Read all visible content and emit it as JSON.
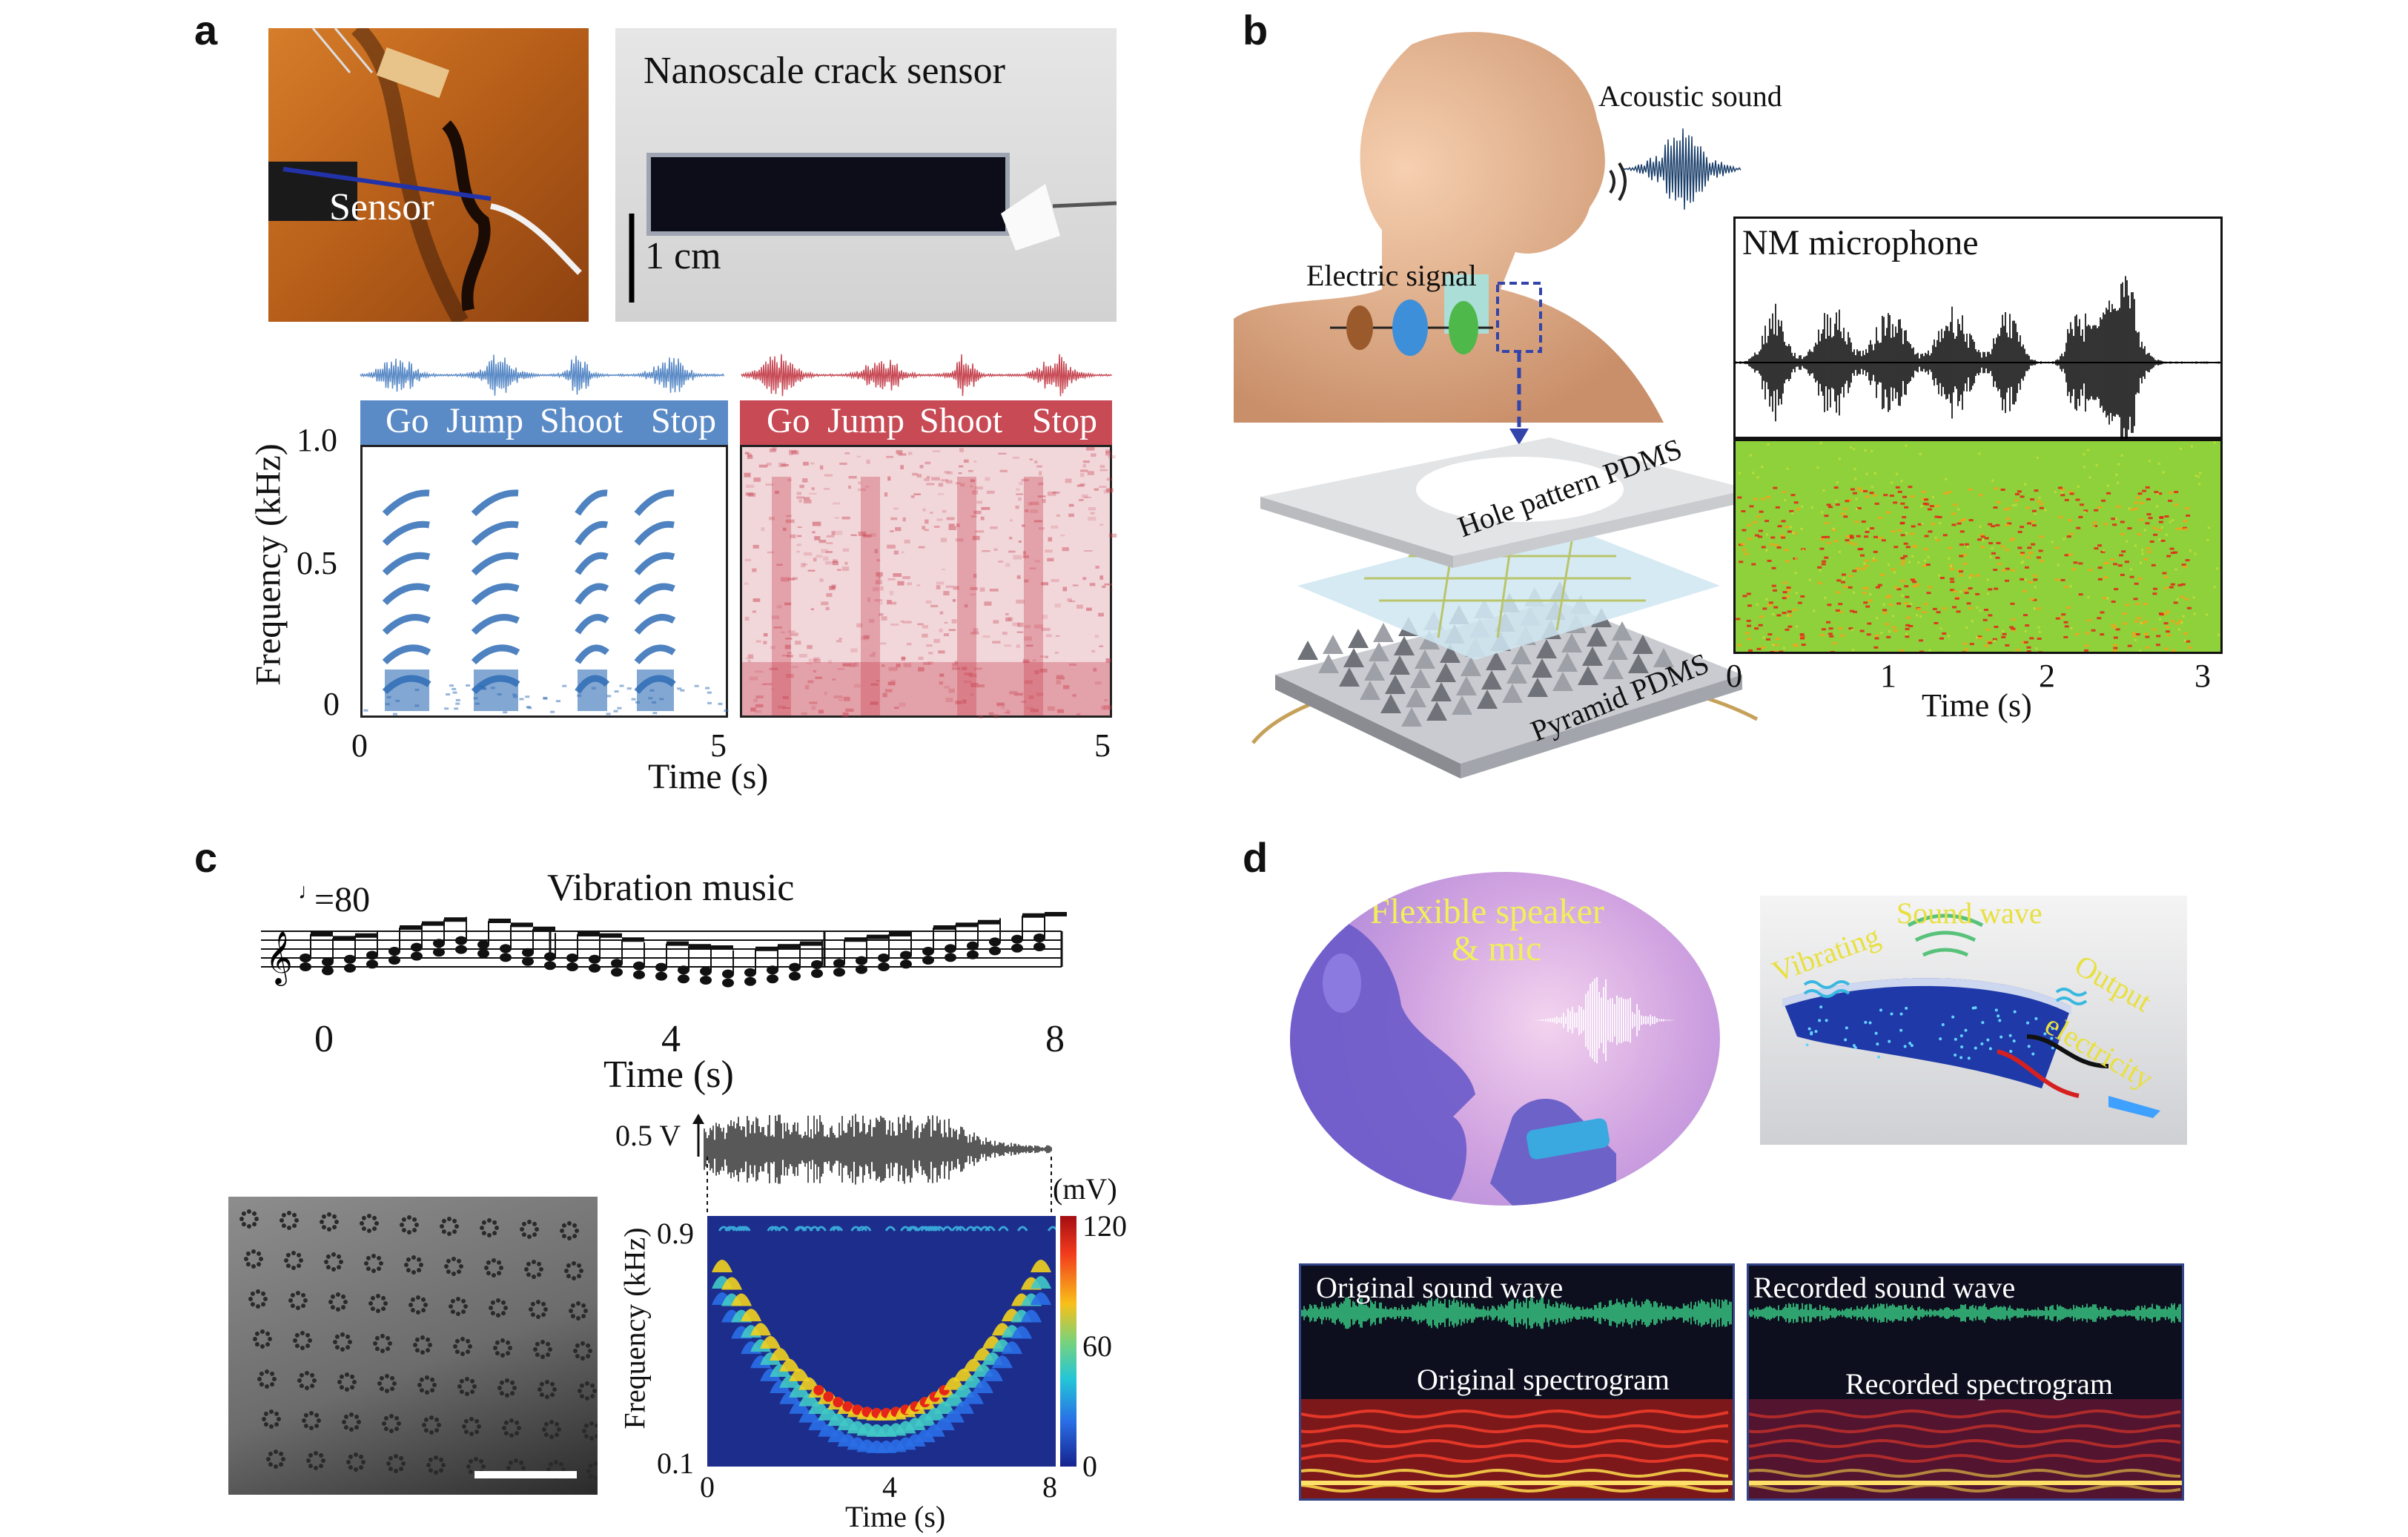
{
  "panels": {
    "a": {
      "label": "a",
      "sensor_label": "Sensor",
      "crack_title": "Nanoscale crack sensor",
      "scale_label": "1 cm",
      "words_left": [
        "Go",
        "Jump",
        "Shoot",
        "Stop"
      ],
      "words_right": [
        "Go",
        "Jump",
        "Shoot",
        "Stop"
      ],
      "ylabel": "Frequency (kHz)",
      "yticks": [
        "1.0",
        "0.5",
        "0"
      ],
      "xticks_left": [
        "0",
        "5"
      ],
      "xticks_right": [
        "5"
      ],
      "xlabel": "Time (s)",
      "colors": {
        "blue": "#2f6cb5",
        "red": "#c8404e",
        "blue_header": "#5b8bc7",
        "red_header": "#c74a55"
      }
    },
    "b": {
      "label": "b",
      "acoustic_label": "Acoustic sound",
      "electric_label": "Electric signal",
      "mic_title": "NM microphone",
      "hole_label": "Hole pattern PDMS",
      "pyramid_label": "Pyramid PDMS",
      "xticks": [
        "0",
        "1",
        "2",
        "3"
      ],
      "xlabel": "Time (s)"
    },
    "c": {
      "label": "c",
      "tempo": "=80",
      "title": "Vibration music",
      "time_ticks": [
        "0",
        "4",
        "8"
      ],
      "time_label": "Time (s)",
      "volt_label": "0.5 V",
      "unit_label": "(mV)",
      "cbar_ticks": [
        "120",
        "60",
        "0"
      ],
      "ylabel": "Frequency (kHz)",
      "yticks": [
        "0.9",
        "0.1"
      ],
      "xticks": [
        "0",
        "4",
        "8"
      ],
      "xlabel": "Time (s)"
    },
    "d": {
      "label": "d",
      "speaker_text_1": "Flexible speaker",
      "speaker_text_2": "& mic",
      "sound_wave": "Sound wave",
      "vibrating": "Vibrating",
      "output_1": "Output",
      "output_2": "electricity",
      "orig_wave": "Original sound wave",
      "orig_spec": "Original spectrogram",
      "rec_wave": "Recorded sound wave",
      "rec_spec": "Recorded spectrogram"
    }
  }
}
